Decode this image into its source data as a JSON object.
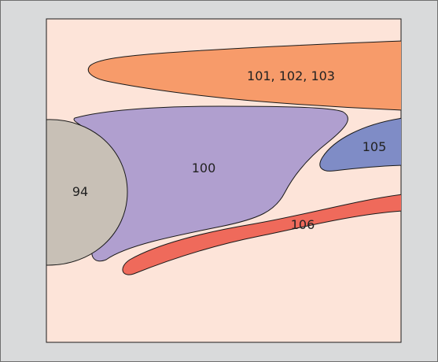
{
  "regions": {
    "r94": {
      "label": "94",
      "color": "#c8c0b6"
    },
    "r100": {
      "label": "100",
      "color": "#b09fcf"
    },
    "r101": {
      "label": "101, 102, 103",
      "color": "#f79b6a"
    },
    "r105": {
      "label": "105",
      "color": "#7f8cc6"
    },
    "r106": {
      "label": "106",
      "color": "#ef6a5b"
    }
  },
  "colors": {
    "frame_background": "#d9dadb",
    "panel_background": "#fde4d9",
    "outline": "#1a1a1a"
  }
}
